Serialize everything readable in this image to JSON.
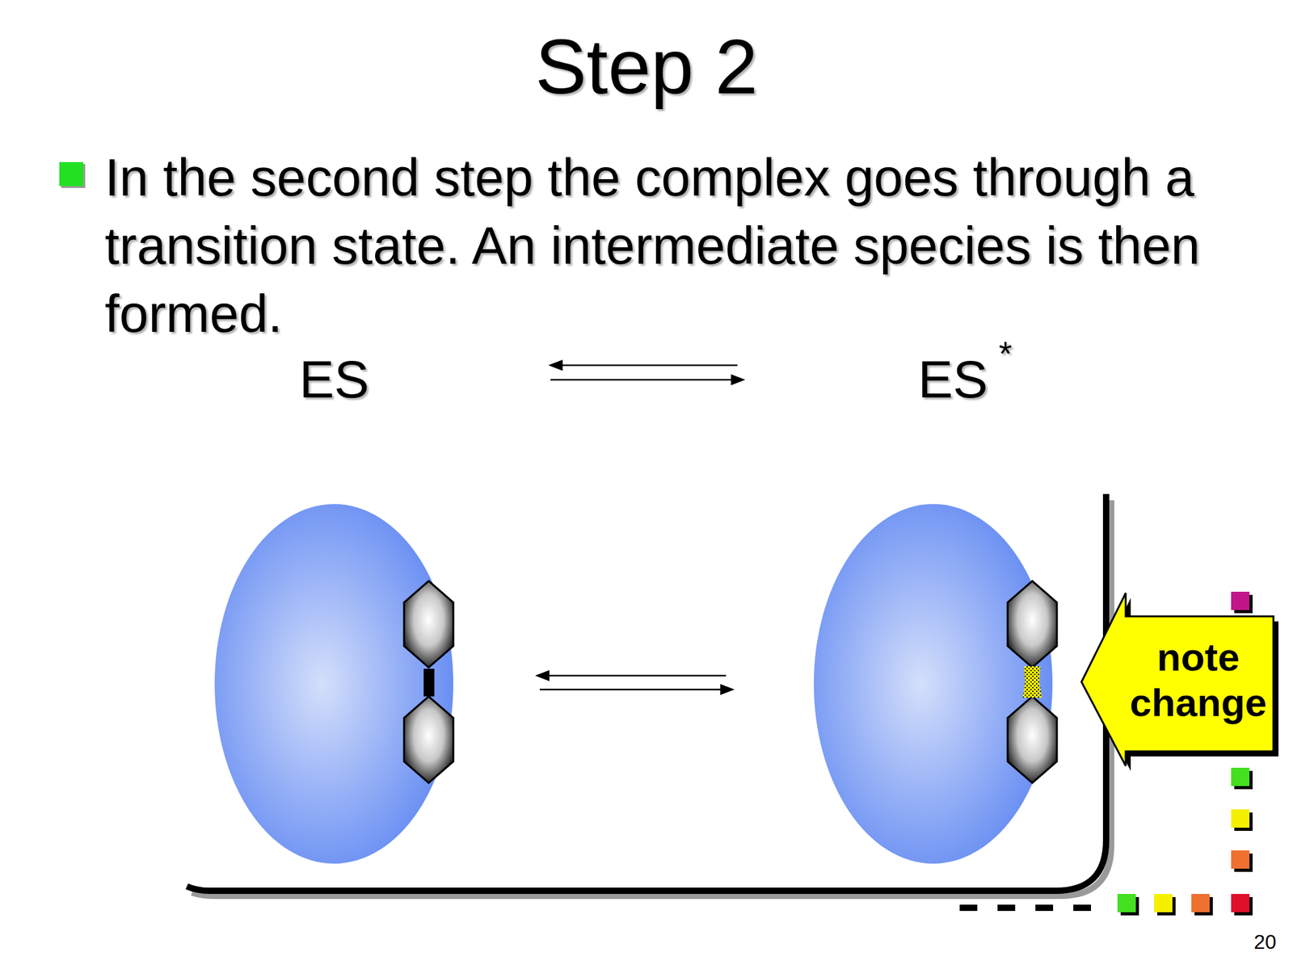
{
  "diagram": {
    "title": "Step 2",
    "nodes": [
      {
        "text": [
          "note change"
        ]
      }
    ],
    "labels": [
      "In the second step the complex goes through a transition state.  An intermediate species is then formed.",
      "ES",
      "ES",
      "*",
      "20"
    ]
  }
}
